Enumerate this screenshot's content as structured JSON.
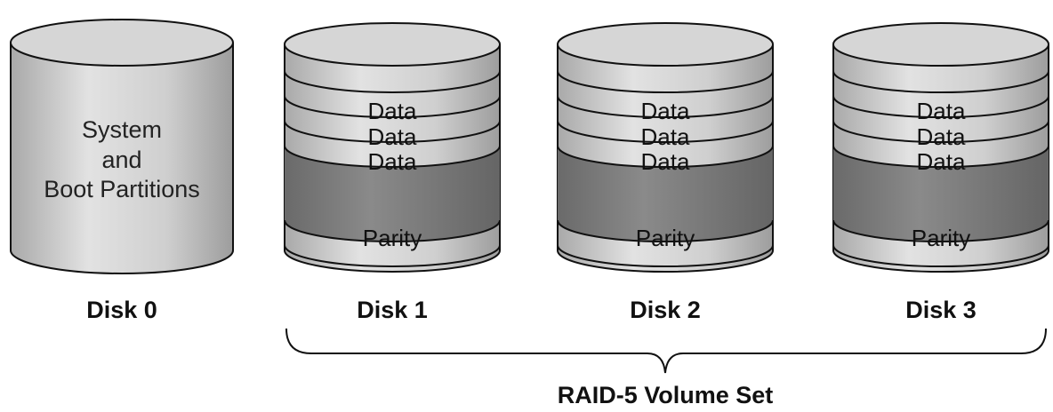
{
  "disk0": {
    "label": "Disk 0",
    "lines": [
      "System",
      "and",
      "Boot Partitions"
    ]
  },
  "raid_disks": [
    {
      "label": "Disk 1",
      "bands": [
        "Data",
        "Data",
        "Data",
        "Parity"
      ]
    },
    {
      "label": "Disk 2",
      "bands": [
        "Data",
        "Data",
        "Data",
        "Parity"
      ]
    },
    {
      "label": "Disk 3",
      "bands": [
        "Data",
        "Data",
        "Data",
        "Parity"
      ]
    }
  ],
  "volume_set_label": "RAID-5 Volume Set",
  "colors": {
    "disk_body": "#c8c8c8",
    "disk_top": "#d9d9d9",
    "stripe_dark": "#7a7a7a",
    "outline": "#111111"
  }
}
